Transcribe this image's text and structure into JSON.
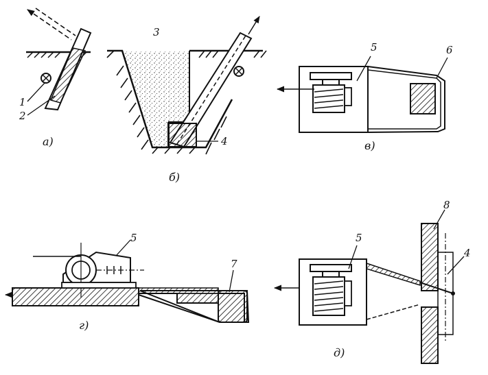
{
  "figure": {
    "panels": {
      "a": {
        "caption": "а)",
        "labels": {
          "callout_1": "1",
          "callout_2": "2"
        }
      },
      "b": {
        "caption": "б)",
        "labels": {
          "callout_3": "3",
          "callout_4": "4"
        }
      },
      "v": {
        "caption": "в)",
        "labels": {
          "callout_5": "5",
          "callout_6": "6"
        }
      },
      "g": {
        "caption": "г)",
        "labels": {
          "callout_5": "5",
          "callout_7": "7"
        }
      },
      "d": {
        "caption": "д)",
        "labels": {
          "callout_5": "5",
          "callout_8": "8",
          "callout_4": "4"
        }
      }
    }
  }
}
